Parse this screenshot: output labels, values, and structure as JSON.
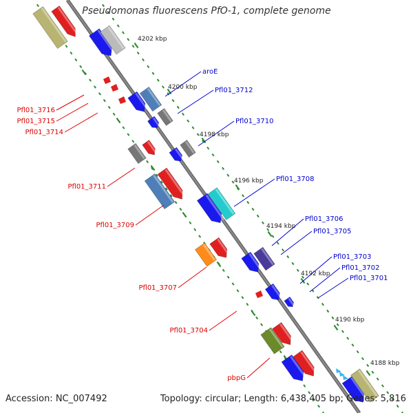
{
  "title": "Pseudomonas fluorescens PfO-1, complete genome",
  "footer": {
    "accession": "Accession: NC_007492",
    "stats": "Topology: circular; Length: 6,438,405 bp; Genes: 5,816"
  },
  "colors": {
    "backbone": "#888888",
    "tick": "#2e8b2e",
    "forward_label": "#0000cc",
    "reverse_label": "#dd0000"
  },
  "kbp_labels": [
    "4202 kbp",
    "4200 kbp",
    "4198 kbp",
    "4196 kbp",
    "4194 kbp",
    "4192 kbp",
    "4190 kbp",
    "4188 kbp"
  ],
  "genes_forward": [
    "aroE",
    "Pfl01_3712",
    "Pfl01_3710",
    "Pfl01_3708",
    "Pfl01_3706",
    "Pfl01_3705",
    "Pfl01_3703",
    "Pfl01_3702",
    "Pfl01_3701"
  ],
  "genes_reverse": [
    "Pfl01_3716",
    "Pfl01_3715",
    "Pfl01_3714",
    "Pfl01_3711",
    "Pfl01_3709",
    "Pfl01_3707",
    "Pfl01_3704",
    "pbpG"
  ]
}
